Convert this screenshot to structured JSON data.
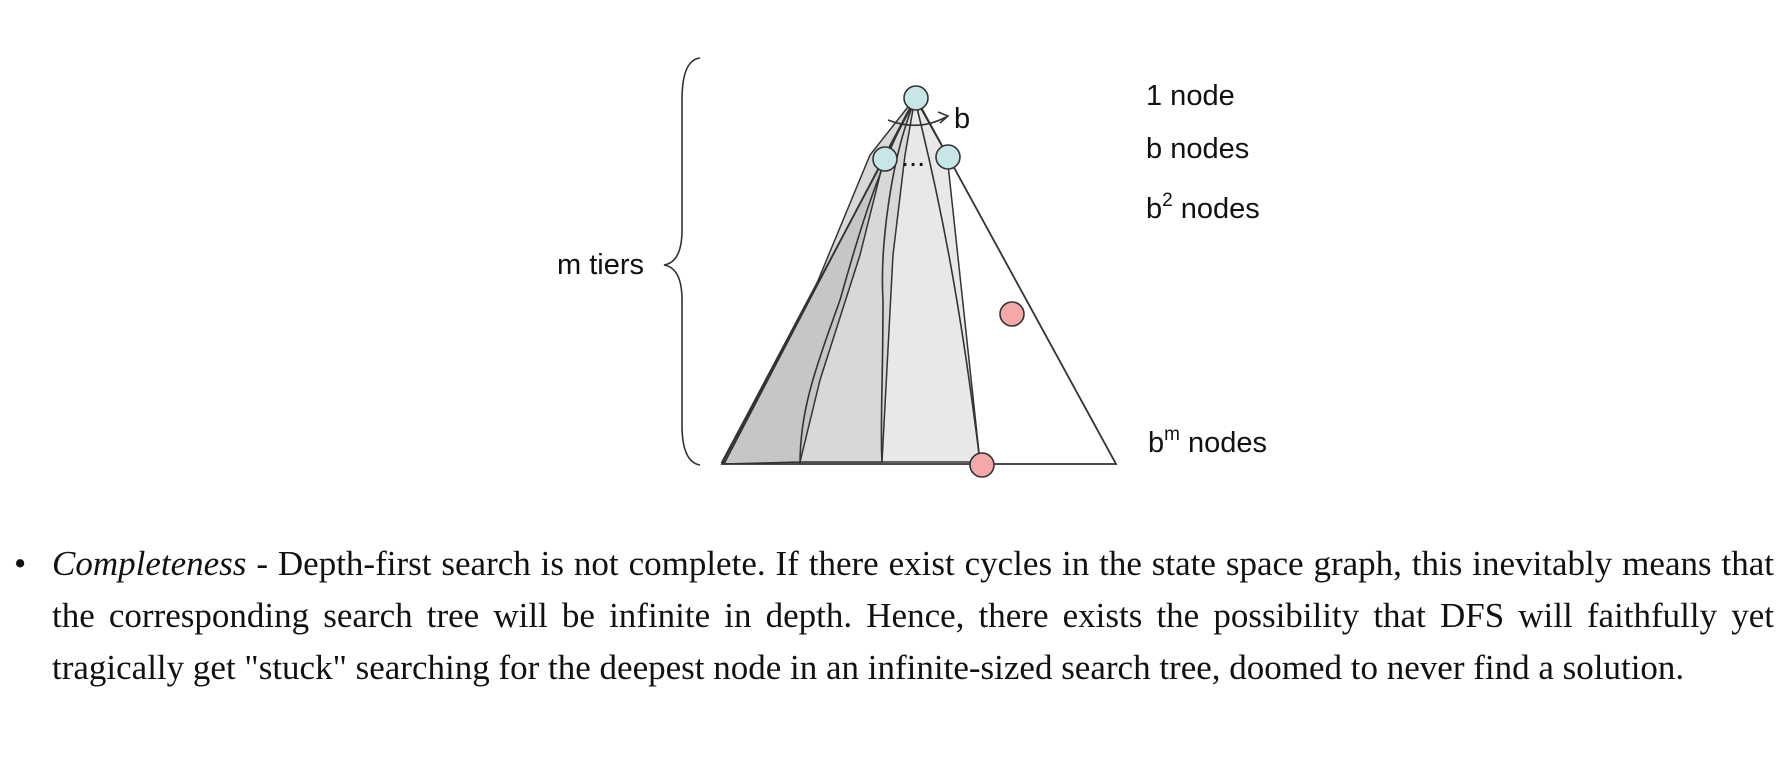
{
  "figure": {
    "m_tiers_label": "m tiers",
    "branch_label": "b",
    "dots": "...",
    "levels": {
      "level0": "1 node",
      "level1_prefix": "b",
      "level1_suffix": " nodes",
      "level2_base": "b",
      "level2_exp": "2",
      "level2_suffix": " nodes",
      "levelm_base": "b",
      "levelm_exp": "m",
      "levelm_suffix": " nodes"
    },
    "colors": {
      "start_node": "#c8e6e8",
      "goal_node": "#f4a8a8",
      "explored_dark": "#c6c6c6",
      "explored_mid": "#d8d8d8",
      "explored_light": "#e8e8e8"
    }
  },
  "text": {
    "bullet": "•",
    "term": "Completeness",
    "body": " - Depth-first search is not complete. If there exist cycles in the state space graph, this inevitably means that the corresponding search tree will be infinite in depth. Hence, there exists the possibility that DFS will faithfully yet tragically get \"stuck\" searching for the deepest node in an infinite-sized search tree, doomed to never find a solution."
  }
}
